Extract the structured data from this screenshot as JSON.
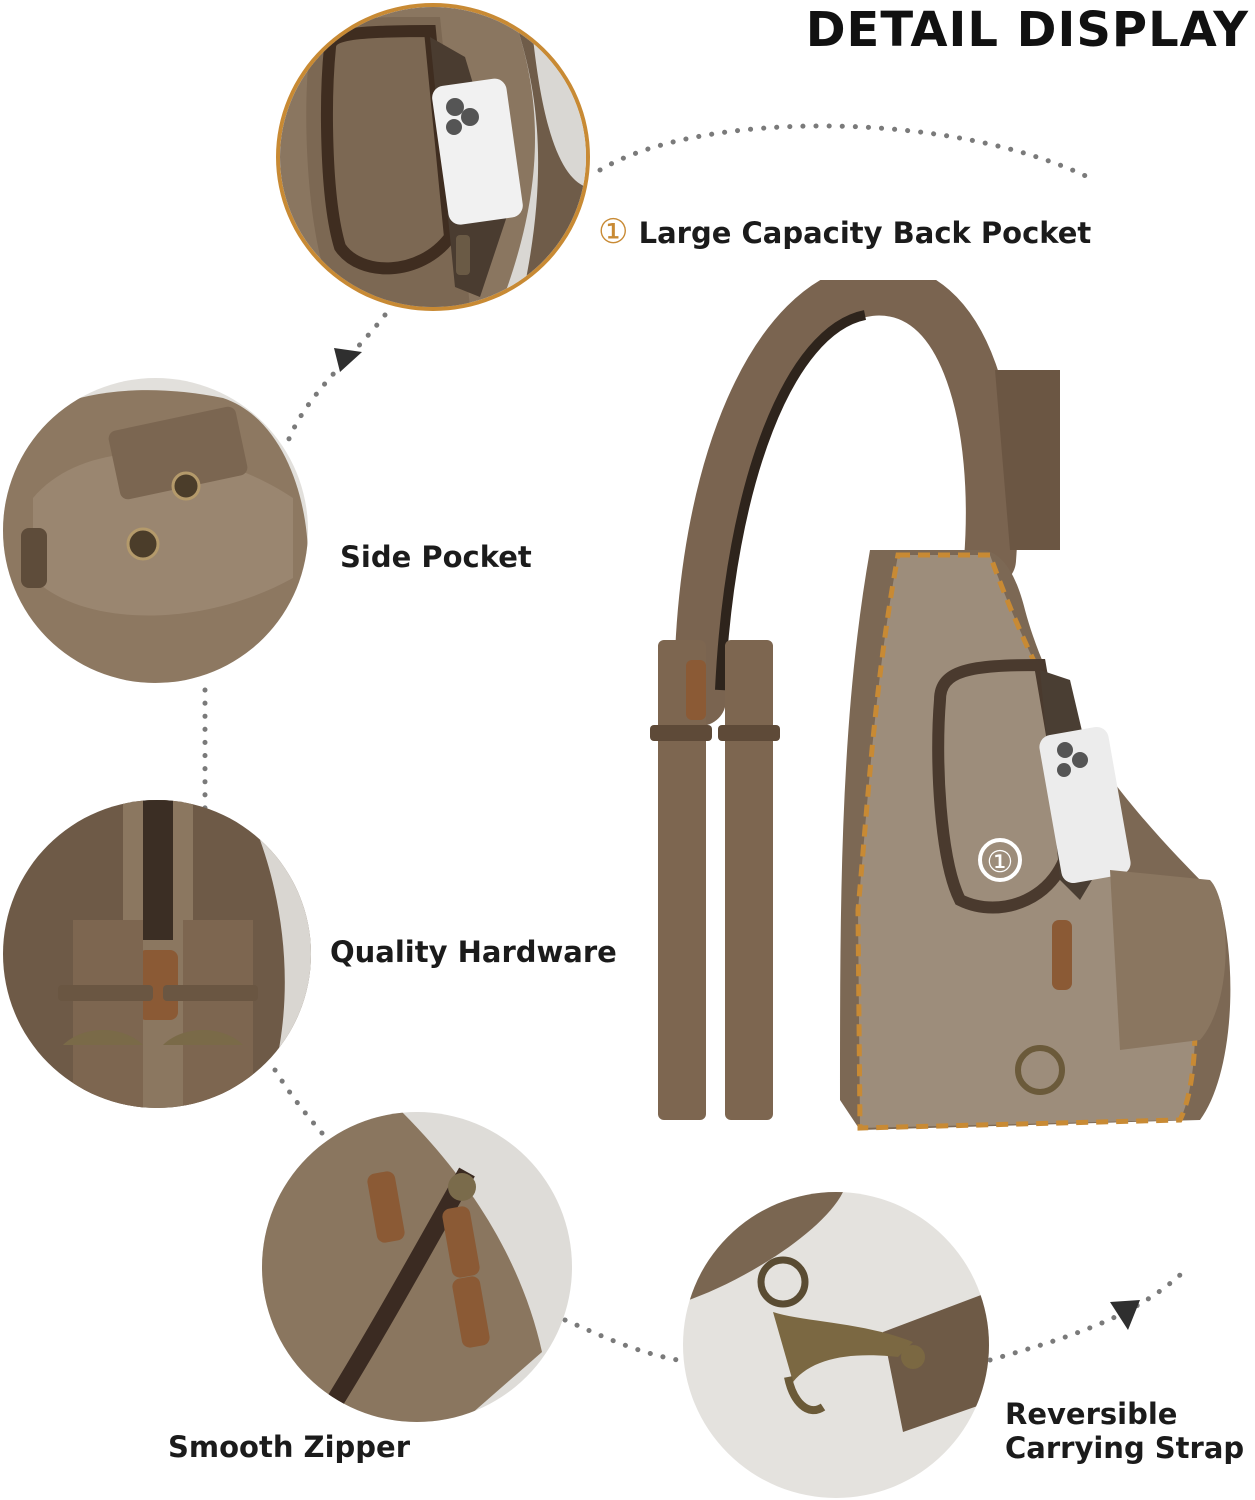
{
  "header": {
    "title": "DETAIL DISPLAY"
  },
  "features": {
    "back_pocket": {
      "number": "①",
      "label": "Large Capacity Back Pocket"
    },
    "side_pocket": {
      "label": "Side Pocket"
    },
    "hardware": {
      "label": "Quality Hardware"
    },
    "zipper": {
      "label": "Smooth Zipper"
    },
    "strap": {
      "line1": "Reversible",
      "line2": "Carrying Strap"
    }
  },
  "main_image": {
    "marker": "①"
  },
  "colors": {
    "canvas_brown": "#7a6450",
    "canvas_light": "#9c8a77",
    "accent_orange": "#c88a34",
    "leather": "#8b5a35",
    "dots": "#777777"
  }
}
